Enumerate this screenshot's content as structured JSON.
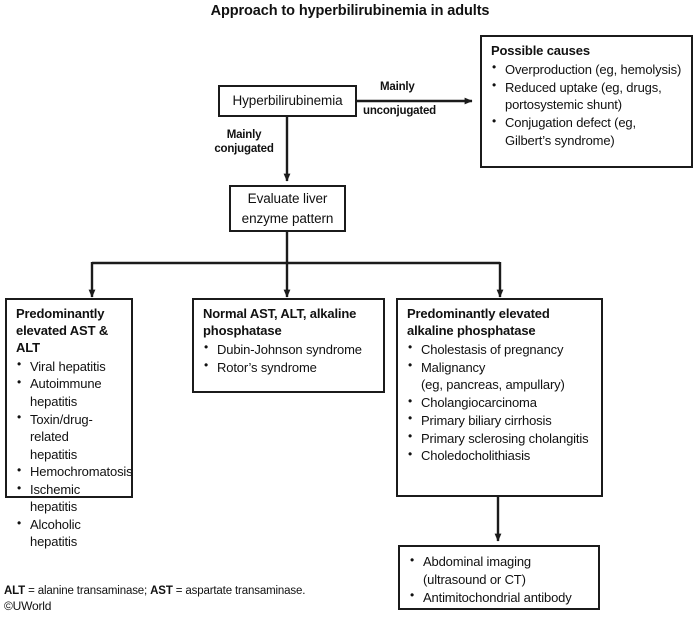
{
  "title": "Approach to hyperbilirubinemia in adults",
  "nodes": {
    "root": {
      "label": "Hyperbilirubinemia"
    },
    "evaluate": {
      "label": "Evaluate liver enzyme pattern"
    },
    "possible_causes": {
      "header": "Possible causes",
      "items": [
        {
          "text": "Overproduction (eg, hemolysis)",
          "bullet": true
        },
        {
          "text": "Reduced uptake (eg, drugs,",
          "bullet": true
        },
        {
          "text": "portosystemic shunt)",
          "bullet": false
        },
        {
          "text": "Conjugation defect (eg,",
          "bullet": true
        },
        {
          "text": "Gilbert’s syndrome)",
          "bullet": false
        }
      ]
    },
    "ast_alt": {
      "header": "Predominantly elevated AST & ALT",
      "items": [
        {
          "text": "Viral hepatitis",
          "bullet": true
        },
        {
          "text": "Autoimmune hepatitis",
          "bullet": true
        },
        {
          "text": "Toxin/drug-related",
          "bullet": true
        },
        {
          "text": "hepatitis",
          "bullet": false
        },
        {
          "text": "Hemochromatosis",
          "bullet": true
        },
        {
          "text": "Ischemic hepatitis",
          "bullet": true
        },
        {
          "text": "Alcoholic hepatitis",
          "bullet": true
        }
      ]
    },
    "normal_labs": {
      "header": "Normal AST, ALT, alkaline phosphatase",
      "items": [
        {
          "text": "Dubin-Johnson syndrome",
          "bullet": true
        },
        {
          "text": "Rotor’s syndrome",
          "bullet": true
        }
      ]
    },
    "alk_phos": {
      "header": "Predominantly elevated alkaline phosphatase",
      "items": [
        {
          "text": "Cholestasis of pregnancy",
          "bullet": true
        },
        {
          "text": "Malignancy",
          "bullet": true
        },
        {
          "text": "(eg, pancreas, ampullary)",
          "bullet": false
        },
        {
          "text": "Cholangiocarcinoma",
          "bullet": true
        },
        {
          "text": "Primary biliary cirrhosis",
          "bullet": true
        },
        {
          "text": "Primary sclerosing cholangitis",
          "bullet": true
        },
        {
          "text": "Choledocholithiasis",
          "bullet": true
        }
      ]
    },
    "workup": {
      "items": [
        {
          "text": "Abdominal imaging",
          "bullet": true
        },
        {
          "text": "(ultrasound or CT)",
          "bullet": false
        },
        {
          "text": "Antimitochondrial antibody",
          "bullet": true
        }
      ]
    }
  },
  "edges": {
    "unconjugated_line1": "Mainly",
    "unconjugated_line2": "unconjugated",
    "conjugated_line1": "Mainly",
    "conjugated_line2": "conjugated"
  },
  "footnote": {
    "abbr1": "ALT",
    "text1": " = alanine transaminase; ",
    "abbr2": "AST",
    "text2": " = aspartate transaminase.",
    "copyright": "©UWorld"
  },
  "colors": {
    "stroke": "#1b1b1b",
    "text": "#111111",
    "background": "#ffffff"
  }
}
